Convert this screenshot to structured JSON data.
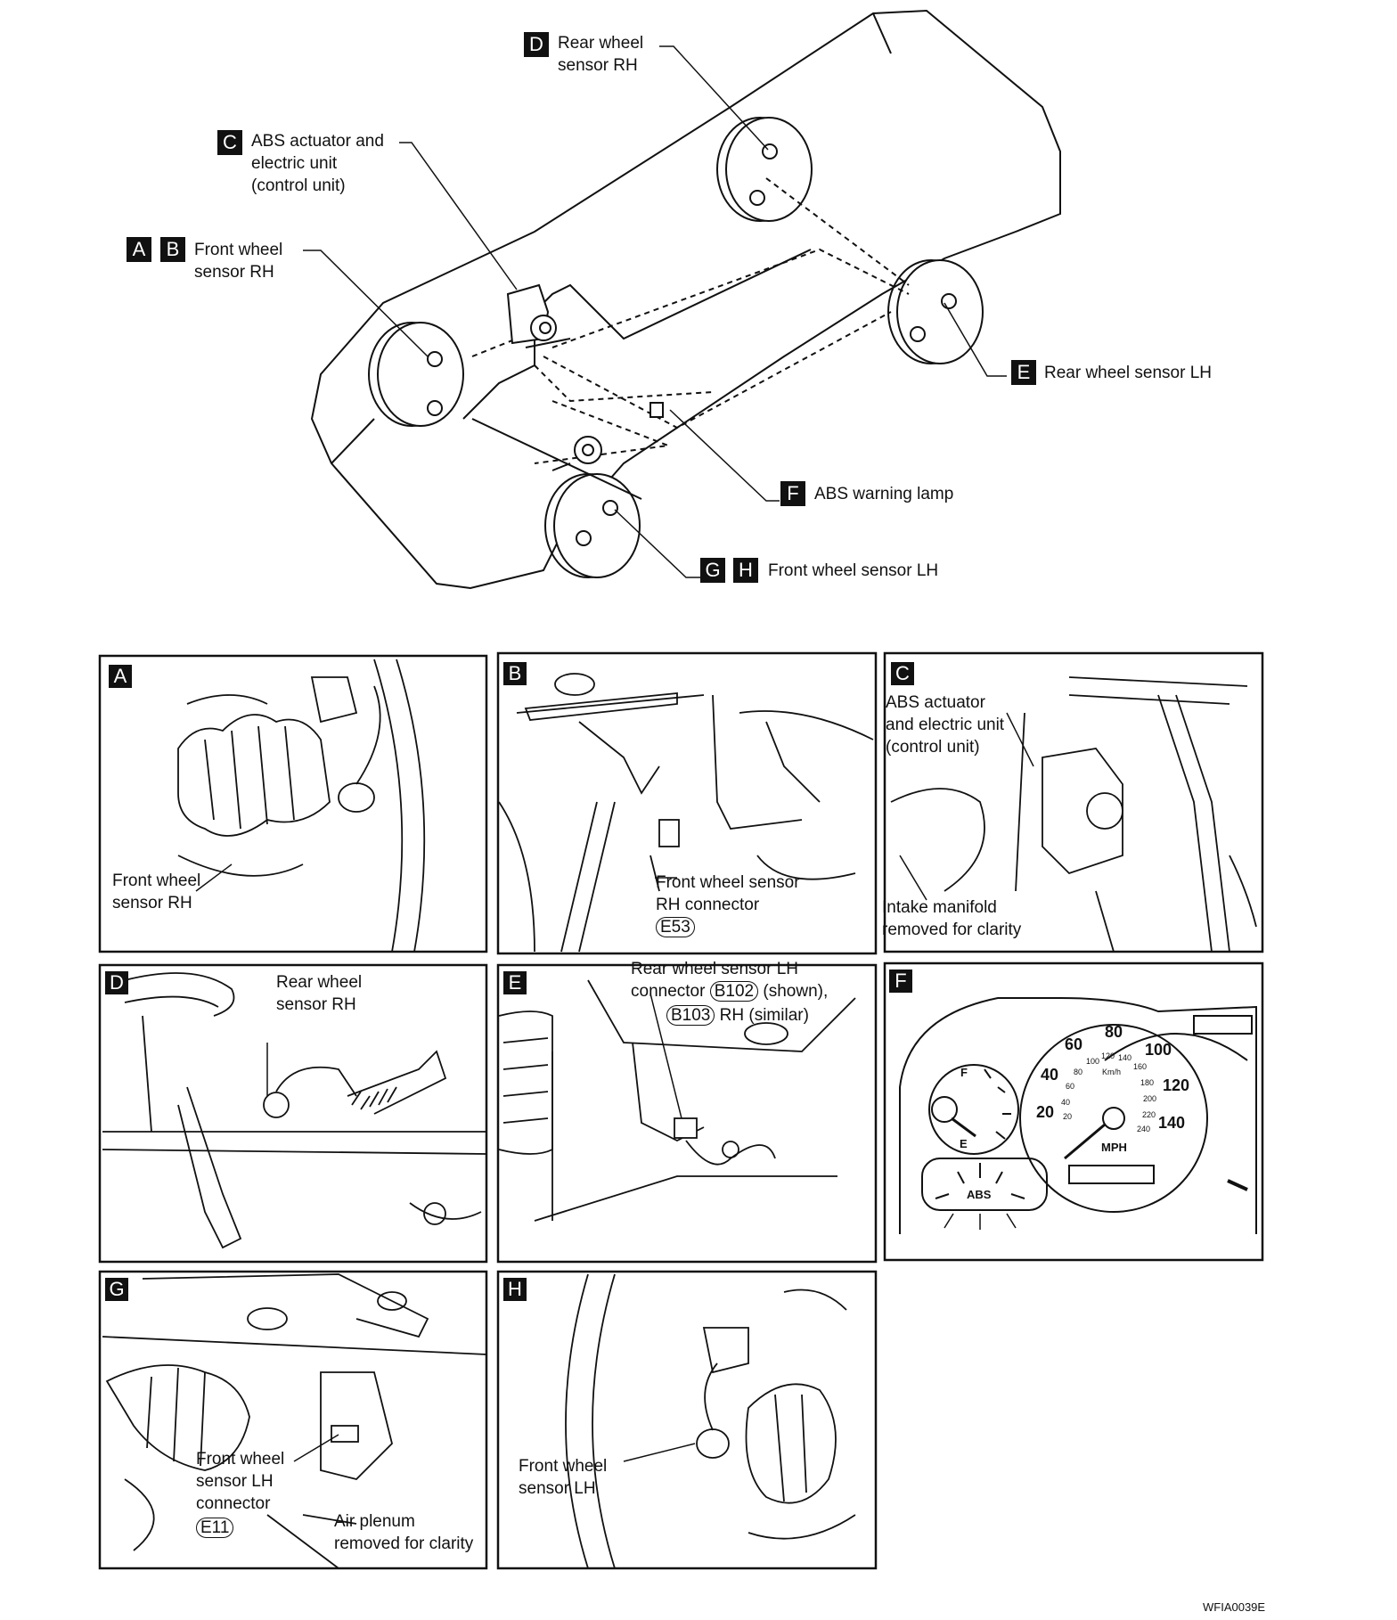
{
  "overview": {
    "callouts": {
      "D": {
        "badges": [
          "D"
        ],
        "text": "Rear wheel\nsensor RH"
      },
      "C": {
        "badges": [
          "C"
        ],
        "text": "ABS actuator and\nelectric unit\n(control unit)"
      },
      "AB": {
        "badges": [
          "A",
          "B"
        ],
        "text": "Front wheel\nsensor RH"
      },
      "E": {
        "badges": [
          "E"
        ],
        "text": "Rear wheel sensor LH"
      },
      "F": {
        "badges": [
          "F"
        ],
        "text": "ABS warning lamp"
      },
      "GH": {
        "badges": [
          "G",
          "H"
        ],
        "text": "Front wheel sensor LH"
      }
    }
  },
  "panels": {
    "A": {
      "letter": "A",
      "label": "Front wheel\nsensor RH"
    },
    "B": {
      "letter": "B",
      "label_line1": "Front wheel sensor",
      "label_line2": "RH connector",
      "connector": "E53"
    },
    "C": {
      "letter": "C",
      "label_top": "ABS actuator\nand electric unit\n(control unit)",
      "label_bottom": "Intake manifold\nremoved for clarity"
    },
    "D": {
      "letter": "D",
      "label": "Rear wheel\nsensor RH"
    },
    "E": {
      "letter": "E",
      "label_line1": "Rear wheel sensor LH",
      "label_line2a": "connector",
      "connector1": "B102",
      "label_line2b": "(shown),",
      "connector2": "B103",
      "label_line3b": "RH (similar)"
    },
    "F": {
      "letter": "F",
      "gauge": {
        "fuel_full": "F",
        "fuel_empty": "E",
        "mph_ticks": [
          "20",
          "40",
          "60",
          "80",
          "100",
          "120",
          "140"
        ],
        "kmh_ticks": [
          "20",
          "40",
          "60",
          "80",
          "100",
          "120",
          "140",
          "160",
          "180",
          "200",
          "220",
          "240"
        ],
        "kmh_unit": "Km/h",
        "mph_unit": "MPH",
        "warning_lamp": "ABS"
      }
    },
    "G": {
      "letter": "G",
      "label_line1": "Front wheel",
      "label_line2": "sensor LH",
      "label_line3": "connector",
      "connector": "E11",
      "label_plenum": "Air plenum\nremoved for clarity"
    },
    "H": {
      "letter": "H",
      "label": "Front wheel\nsensor LH"
    }
  },
  "figure_code": "WFIA0039E"
}
